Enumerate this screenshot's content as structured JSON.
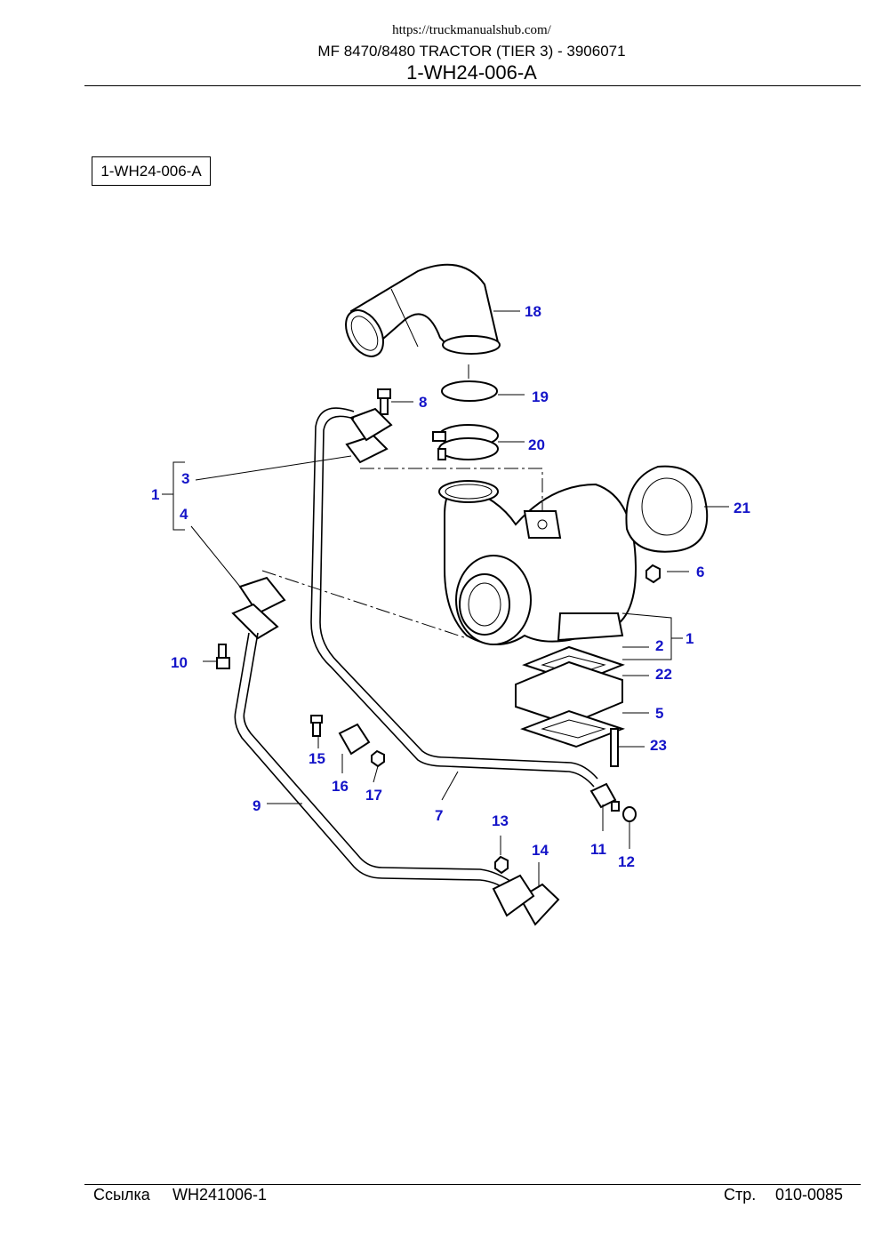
{
  "header": {
    "url": "https://truckmanualshub.com/",
    "title": "MF 8470/8480 TRACTOR (TIER 3) - 3906071",
    "code": "1-WH24-006-A"
  },
  "diagram": {
    "box_label": "1-WH24-006-A",
    "callouts": {
      "c1a": "1",
      "c1b": "1",
      "c2": "2",
      "c3": "3",
      "c4": "4",
      "c5": "5",
      "c6": "6",
      "c7": "7",
      "c8": "8",
      "c9": "9",
      "c10": "10",
      "c11": "11",
      "c12": "12",
      "c13": "13",
      "c14": "14",
      "c15": "15",
      "c16": "16",
      "c17": "17",
      "c18": "18",
      "c19": "19",
      "c20": "20",
      "c21": "21",
      "c22": "22",
      "c23": "23"
    },
    "callout_color": "#1414c8"
  },
  "footer": {
    "ref_label": "Ссылка",
    "ref_value": "WH241006-1",
    "page_label": "Стр.",
    "page_value": "010-0085"
  }
}
